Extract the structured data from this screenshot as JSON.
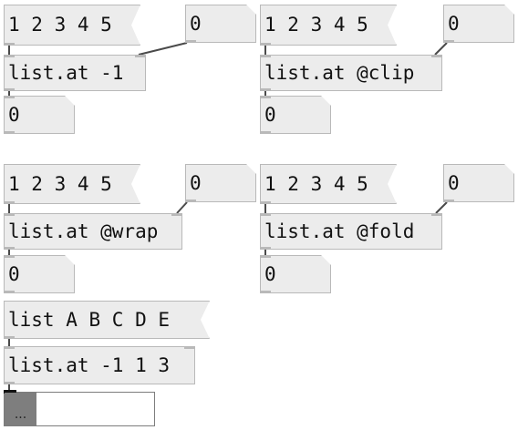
{
  "patch": {
    "example1": {
      "message": "1 2 3 4 5",
      "index": "0",
      "object": "list.at -1",
      "output": "0"
    },
    "example2": {
      "message": "1 2 3 4 5",
      "index": "0",
      "object": "list.at @clip",
      "output": "0"
    },
    "example3": {
      "message": "1 2 3 4 5",
      "index": "0",
      "object": "list.at @wrap",
      "output": "0"
    },
    "example4": {
      "message": "1 2 3 4 5",
      "index": "0",
      "object": "list.at @fold",
      "output": "0"
    },
    "example5": {
      "message": "list A B C D E",
      "object": "list.at -1 1 3",
      "display": "..."
    }
  },
  "colors": {
    "box_fill": "#ececec",
    "box_border": "#b9b9b9",
    "wire": "#4a4a4a",
    "display_fill": "#7e7e7e"
  }
}
